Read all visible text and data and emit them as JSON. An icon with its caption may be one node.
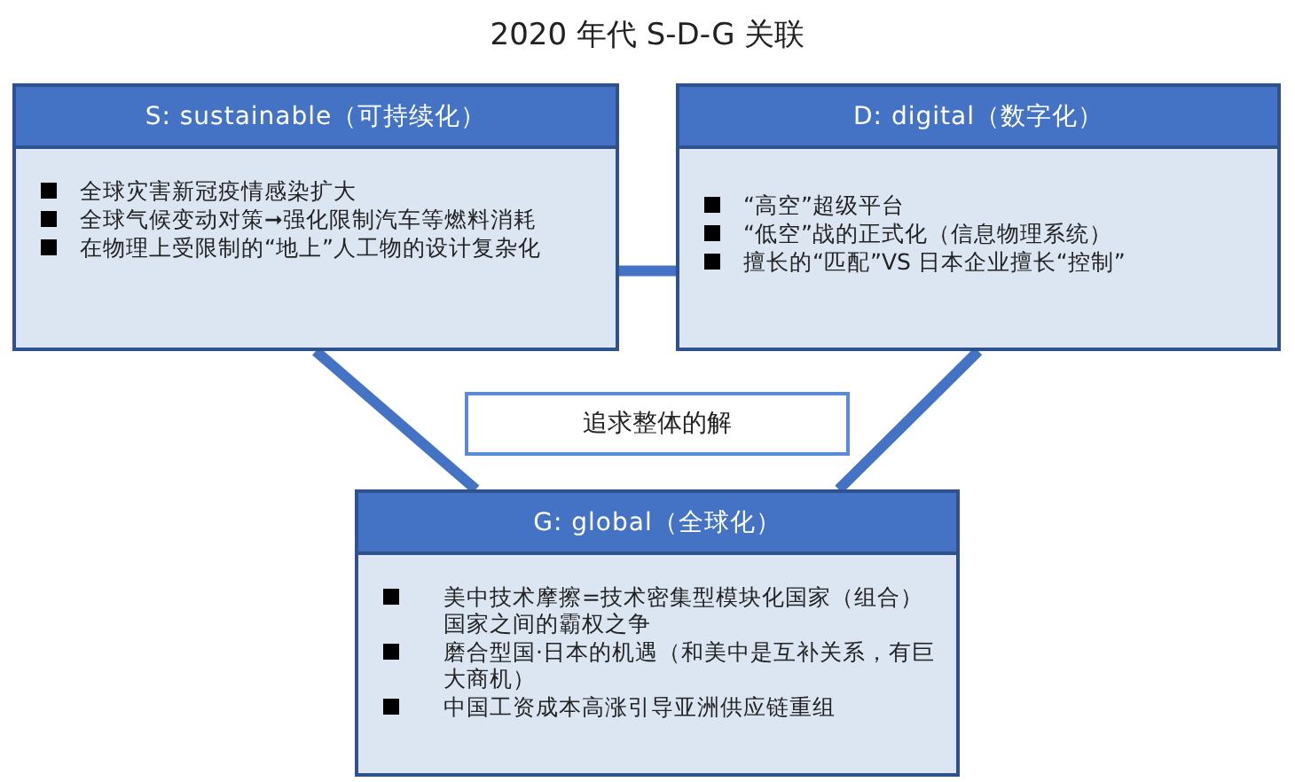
{
  "diagram": {
    "title": "2020 年代 S-D-G 关联",
    "nodes": [
      {
        "text": [
          "S: sustainable（可持续化）",
          "全球灾害新冠疫情感染扩大",
          "全球气候变动对策➞强化限制汽车等燃料消耗",
          "在物理上受限制的“地上”人工物的设计复杂化"
        ]
      },
      {
        "text": [
          "D: digital（数字化）",
          "“高空”超级平台",
          "“低空”战的正式化（信息物理系统）",
          "擅长的“匹配”VS 日本企业擅长“控制”"
        ]
      },
      {
        "text": [
          "追求整体的解"
        ]
      },
      {
        "text": [
          "G: global（全球化）",
          "美中技术摩擦=技术密集型模块化国家（组合）国家之间的霸权之争",
          "磨合型国·日本的机遇（和美中是互补关系，有巨大商机）",
          "中国工资成本高涨引导亚洲供应链重组"
        ]
      }
    ],
    "edges": [
      {
        "from": 0,
        "to": 1,
        "arrow": "none"
      },
      {
        "from": 0,
        "to": 3,
        "arrow": "none"
      },
      {
        "from": 1,
        "to": 3,
        "arrow": "none"
      }
    ]
  }
}
